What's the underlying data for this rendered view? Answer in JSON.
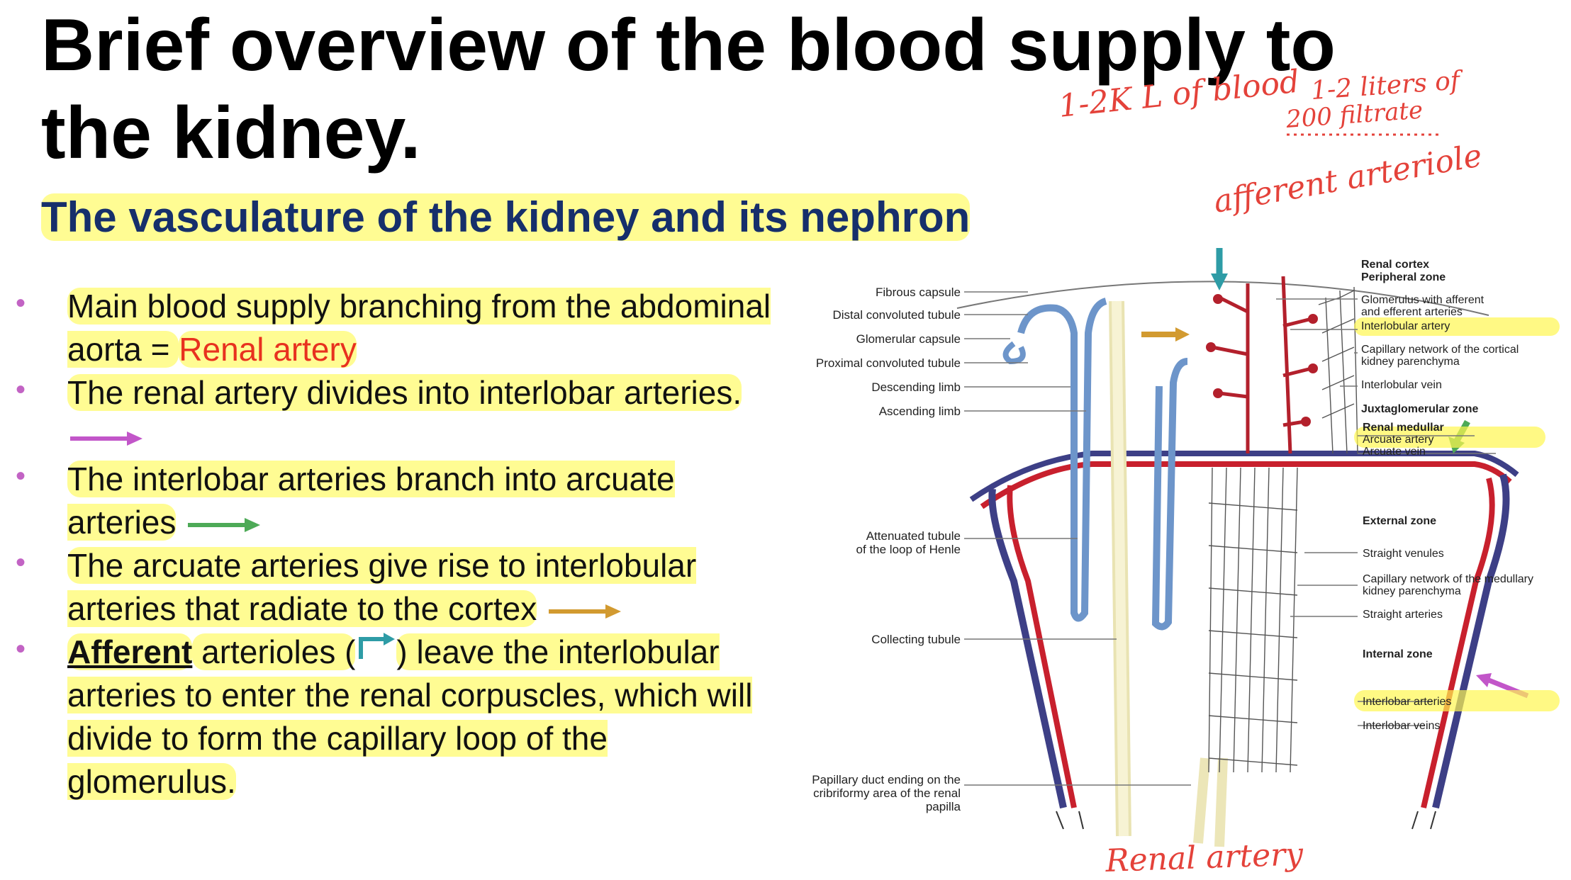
{
  "slide": {
    "title": "Brief overview of the blood supply to the kidney.",
    "subtitle": "The vasculature of the kidney and its nephron"
  },
  "bullets": [
    {
      "text_pre": "Main blood supply branching from the abdominal aorta = ",
      "text_red": "Renal artery"
    },
    {
      "text": "The renal artery divides into interlobar arteries.",
      "arrow_color": "#c256c9"
    },
    {
      "text": "The interlobar arteries branch into arcuate arteries",
      "arrow_color": "#4daa57"
    },
    {
      "text": "The arcuate arteries give rise to interlobular arteries that radiate to the cortex",
      "arrow_color": "#d29a30"
    },
    {
      "bold": "Afferent",
      "text_a": " arterioles (",
      "text_b": ") leave the interlobular arteries to enter the renal corpuscles, which will divide to form the capillary loop of the glomerulus.",
      "arrow_color": "#2e9ca6"
    }
  ],
  "handwritten_notes": {
    "top": "1-2K L of blood",
    "filtrate_1": "1-2 liters of",
    "filtrate_2": "200 filtrate",
    "afferent": "afferent arteriole",
    "bottom": "Renal artery"
  },
  "diagram": {
    "left_labels": [
      "Fibrous capsule",
      "Distal convoluted tubule",
      "Glomerular capsule",
      "Proximal convoluted tubule",
      "Descending limb",
      "Ascending limb",
      "Attenuated tubule",
      "of the loop of Henle",
      "Collecting tubule",
      "Papillary duct ending on the",
      "cribriformy area of the renal",
      "papilla"
    ],
    "right_labels": [
      "Renal cortex",
      "Peripheral zone",
      "Glomerulus with afferent",
      "and efferent arteries",
      "Interlobular artery",
      "Capillary network of the cortical",
      "kidney parenchyma",
      "Interlobular vein",
      "Juxtaglomerular zone",
      "Renal medullar",
      "Arcuate artery",
      "Arcuate vein",
      "External zone",
      "Straight venules",
      "Capillary network of the medullary",
      "kidney parenchyma",
      "Straight arteries",
      "Internal zone",
      "Interlobar arteries",
      "Interlobar veins"
    ]
  },
  "colors": {
    "highlight": "#fff650",
    "title": "#000000",
    "subtitle": "#162f6b",
    "bullet": "#c263c4",
    "renal_artery_text": "#e8311f",
    "ink": "#e4423a",
    "artery": "#c8202d",
    "vein": "#3d3f86",
    "tubule": "#7fa3d3",
    "duct": "#f4efc4"
  }
}
